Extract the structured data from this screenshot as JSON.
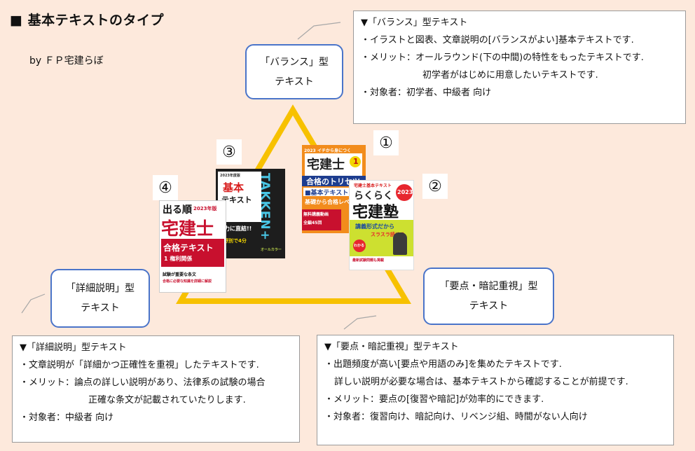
{
  "title": "■ 基本テキストのタイプ",
  "byline": "by ＦＰ宅建らぼ",
  "bubbles": {
    "balance": [
      "「バランス」型",
      "テキスト"
    ],
    "detail": [
      "「詳細説明」型",
      "テキスト"
    ],
    "keypoint": [
      "「要点・暗記重視」型",
      "テキスト"
    ]
  },
  "numbers": [
    "①",
    "②",
    "③",
    "④"
  ],
  "boxes": {
    "balance": {
      "heading": "▼「バランス」型テキスト",
      "lines": [
        "・イラストと図表、文章説明の[バランスがよい]基本テキストです.",
        "・メリット：オールラウンド(下の中間)の特性をもったテキストです.",
        "初学者がはじめに用意したいテキストです.",
        "・対象者：初学者、中級者 向け"
      ]
    },
    "detail": {
      "heading": "▼「詳細説明」型テキスト",
      "lines": [
        "・文章説明が「詳細かつ正確性を重視」したテキストです.",
        "・メリット：論点の詳しい説明があり、法律系の試験の場合",
        "正確な条文が記載されていたりします.",
        "・対象者：中級者 向け"
      ]
    },
    "keypoint": {
      "heading": "▼「要点・暗記重視」型テキスト",
      "lines": [
        "・出題頻度が高い[要点や用語のみ]を集めたテキストです.",
        "詳しい説明が必要な場合は、基本テキストから確認することが前提です.",
        "・メリット：要点の[復習や暗記]が効率的にできます.",
        "・対象者：復習向け、暗記向け、リベンジ組、時間がない人向け"
      ]
    }
  },
  "books": {
    "b1": {
      "top": "イチから身につく",
      "main1": "宅建士",
      "main2": "合格のトリセツ",
      "sub": "■基本テキスト",
      "band": "基礎から合格レベ",
      "year": "2023",
      "vol": "1",
      "foot": "無料講義動画",
      "foot2": "全編45回"
    },
    "b2": {
      "top": "宅建士基本テキスト",
      "main1": "らくらく",
      "main2": "宅建塾",
      "year": "2023",
      "band1": "講義形式だから",
      "band2": "スラスラ読める",
      "side": "わかる",
      "bottom": "最新試験問題も掲載"
    },
    "b3": {
      "top": "2023年度版",
      "main1": "基本",
      "main2": "テキスト",
      "side": "TAKKEN+",
      "mid": "点力に直結!!",
      "foot": "分野別で4分",
      "bottom": "オールカラー"
    },
    "b4": {
      "top1": "出る順",
      "top2": "2023年版",
      "main": "宅建士",
      "sub": "合格テキスト",
      "vol": "1 権利関係",
      "foot1": "試験が重要な条文",
      "foot2": "合格に必要な知識を詳細に解説"
    }
  },
  "colors": {
    "background": "#fde9dc",
    "triangle": "#f7c100",
    "bubble_border": "#4a74c9"
  }
}
